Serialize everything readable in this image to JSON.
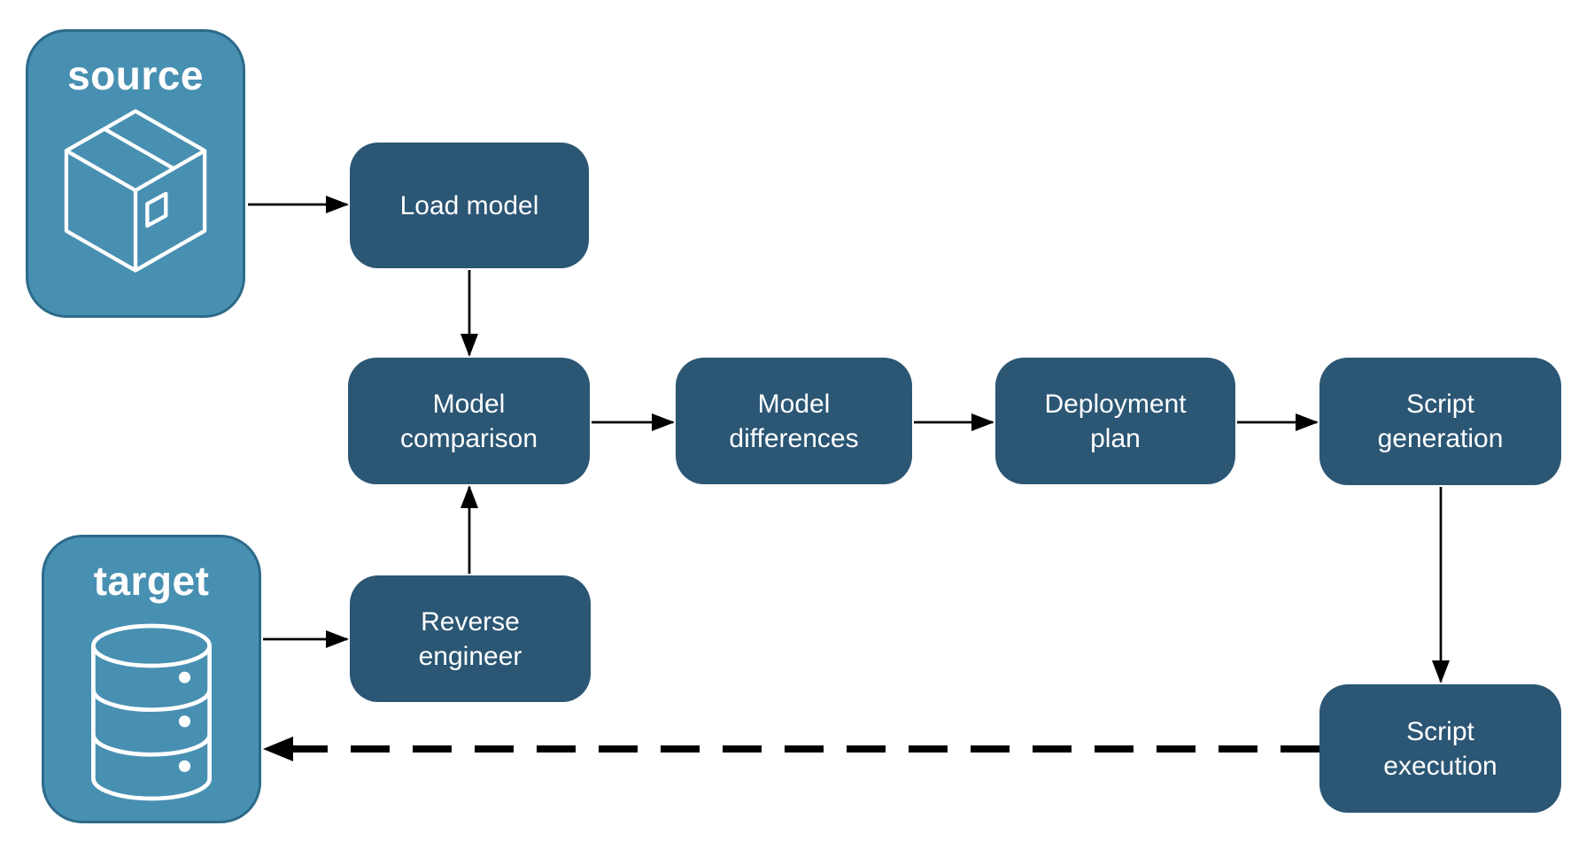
{
  "groups": [
    {
      "id": "source",
      "label": "source",
      "icon": "package-icon"
    },
    {
      "id": "target",
      "label": "target",
      "icon": "database-icon"
    }
  ],
  "nodes": [
    {
      "id": "load-model",
      "label": "Load model"
    },
    {
      "id": "model-comparison",
      "label": "Model\ncomparison"
    },
    {
      "id": "model-differences",
      "label": "Model\ndifferences"
    },
    {
      "id": "deployment-plan",
      "label": "Deployment\nplan"
    },
    {
      "id": "script-generation",
      "label": "Script\ngeneration"
    },
    {
      "id": "reverse-engineer",
      "label": "Reverse\nengineer"
    },
    {
      "id": "script-execution",
      "label": "Script\nexecution"
    }
  ],
  "connections": [
    {
      "from": "source",
      "to": "load-model",
      "style": "solid"
    },
    {
      "from": "load-model",
      "to": "model-comparison",
      "style": "solid"
    },
    {
      "from": "model-comparison",
      "to": "model-differences",
      "style": "solid"
    },
    {
      "from": "model-differences",
      "to": "deployment-plan",
      "style": "solid"
    },
    {
      "from": "deployment-plan",
      "to": "script-generation",
      "style": "solid"
    },
    {
      "from": "script-generation",
      "to": "script-execution",
      "style": "solid"
    },
    {
      "from": "reverse-engineer",
      "to": "model-comparison",
      "style": "solid"
    },
    {
      "from": "target",
      "to": "reverse-engineer",
      "style": "solid"
    },
    {
      "from": "script-execution",
      "to": "target",
      "style": "dashed"
    }
  ],
  "colors": {
    "group_fill": "#4890B2",
    "group_border": "#2D6A8A",
    "node_fill": "#2B5674",
    "text": "#FFFFFF",
    "arrow": "#000000",
    "background": "#FFFFFF"
  }
}
